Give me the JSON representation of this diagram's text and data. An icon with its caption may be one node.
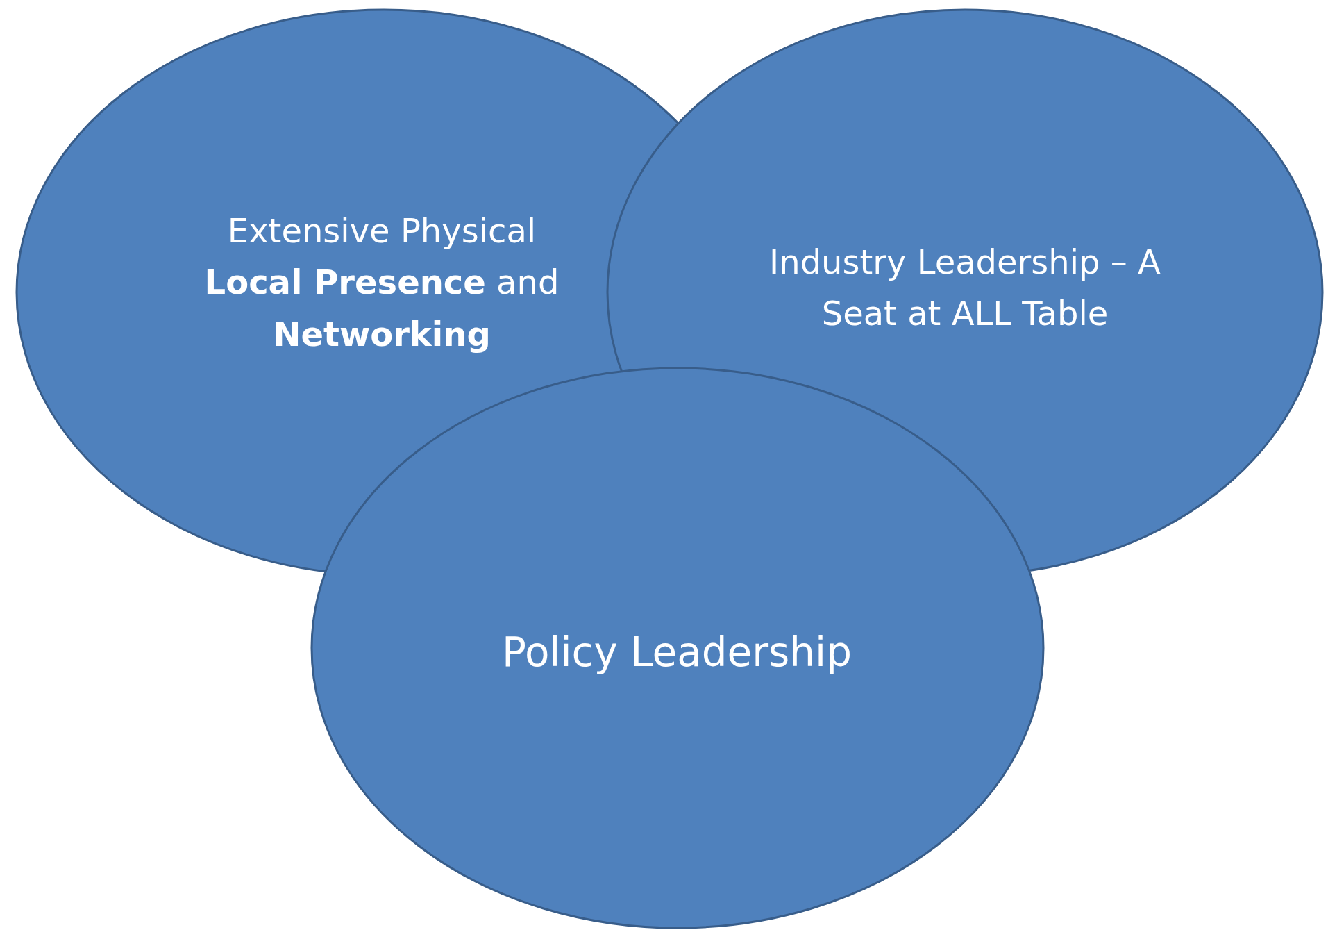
{
  "diagram": {
    "nodes": [
      {
        "text": [
          "Extensive Physical **Local Presence** and **Networking**"
        ]
      },
      {
        "text": [
          "Industry Leadership – A Seat at ALL Table"
        ]
      },
      {
        "text": [
          "Policy Leadership"
        ]
      }
    ]
  }
}
